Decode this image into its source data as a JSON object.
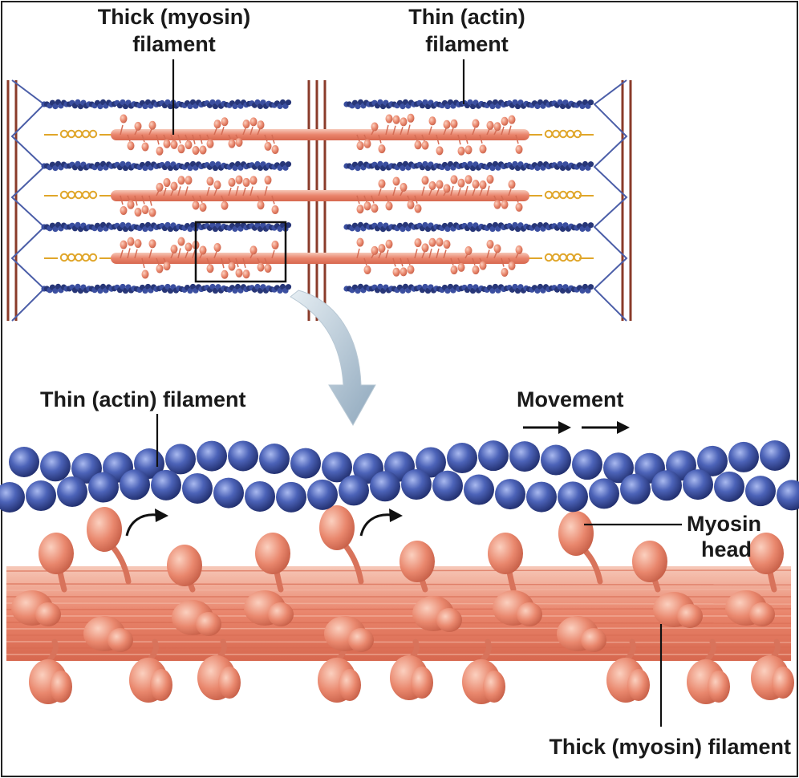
{
  "labels": {
    "thick_top_line1": "Thick (myosin)",
    "thick_top_line2": "filament",
    "thin_top_line1": "Thin (actin)",
    "thin_top_line2": "filament",
    "thin_bottom": "Thin (actin) filament",
    "movement": "Movement",
    "myosin_head_line1": "Myosin",
    "myosin_head_line2": "head",
    "thick_bottom": "Thick (myosin) filament"
  },
  "colors": {
    "actin": "#3b4fa0",
    "actin_dark": "#273678",
    "myosin": "#e8836a",
    "myosin_light": "#f4b39f",
    "titin": "#e0a62a",
    "z_disc": "#8a3b2a",
    "z_cross": "#4b5ea8",
    "zoom_arrow": "#9fb6c8",
    "border": "#222222"
  },
  "icons": {
    "movement": "right-arrow-icon",
    "power_stroke": "curved-arrow-icon",
    "zoom": "zoom-arrow-icon"
  }
}
